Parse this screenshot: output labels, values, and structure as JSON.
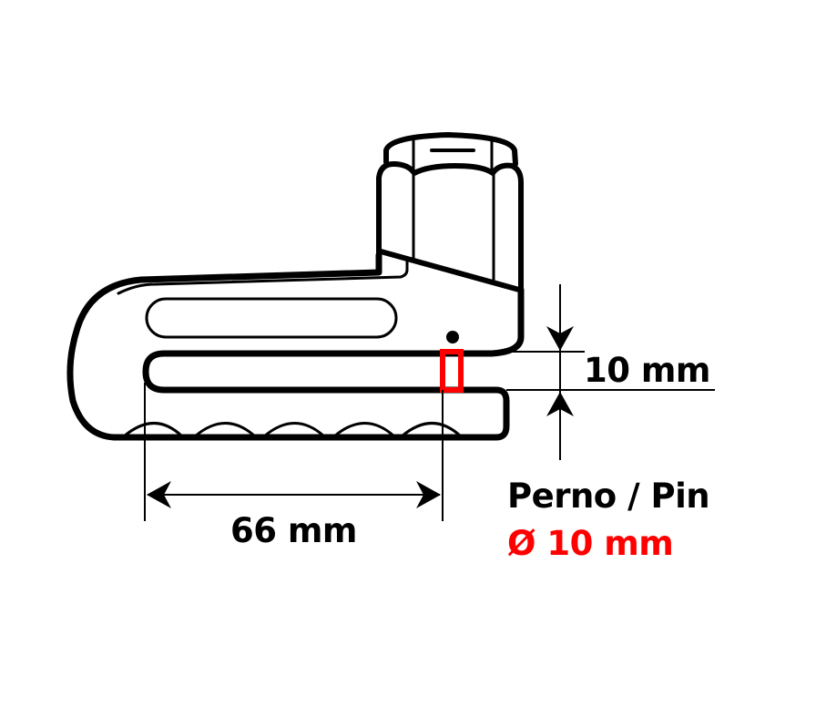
{
  "diagram": {
    "subject": "disc lock",
    "colors": {
      "outline": "#000000",
      "pin_highlight": "#ff0000",
      "background": "#ffffff"
    },
    "dimensions": {
      "slot_height": {
        "label": "10 mm"
      },
      "jaw_length": {
        "label": "66 mm"
      }
    },
    "pin": {
      "title": "Perno / Pin",
      "diameter_label": "Ø 10 mm",
      "diameter_color": "#ff0000"
    },
    "icons": {
      "dimension_arrows": "arrowhead",
      "pin_marker": "red-rectangle",
      "hole_marker": "dot"
    }
  }
}
